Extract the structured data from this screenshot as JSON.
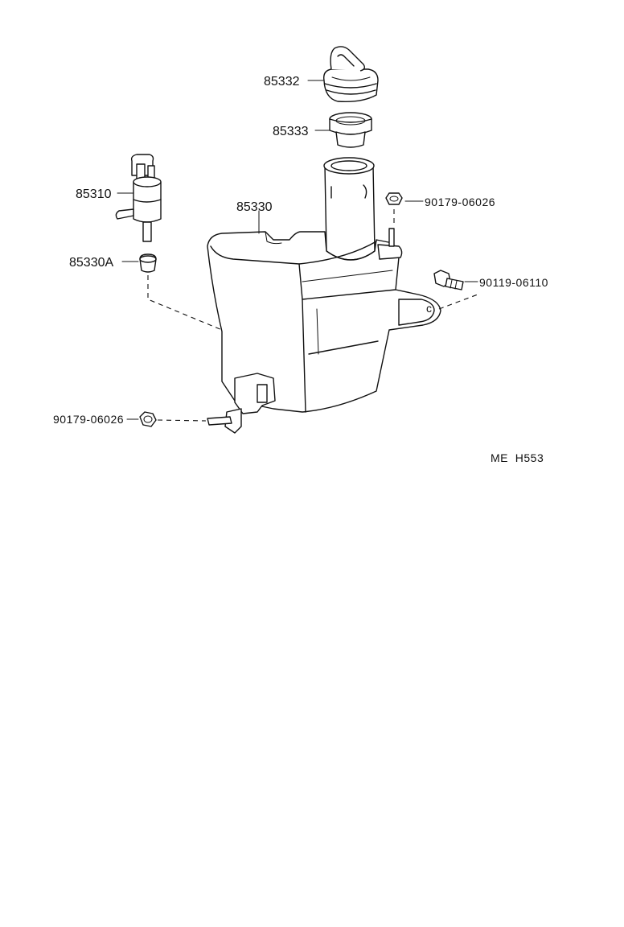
{
  "parts": {
    "cap": "85332",
    "strainer": "85333",
    "pump": "85310",
    "tank": "85330",
    "grommet": "85330A",
    "nut_top": "90179-06026",
    "bolt": "90119-06110",
    "nut_bottom": "90179-06026"
  },
  "drawing_code": "ME  H553"
}
